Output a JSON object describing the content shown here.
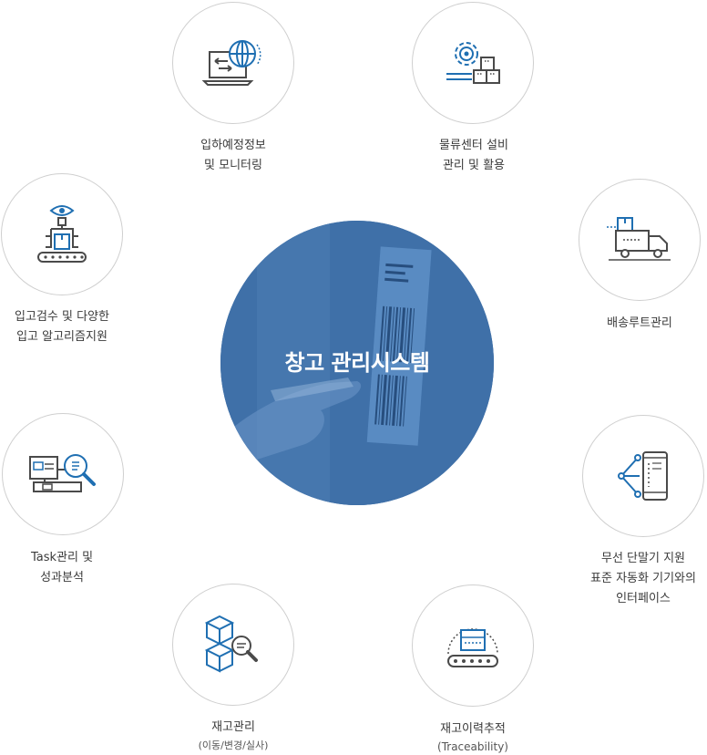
{
  "center": {
    "title": "창고 관리시스템"
  },
  "nodes": [
    {
      "icon": "laptop-globe-icon",
      "line1": "입하예정정보",
      "line2": "및 모니터링",
      "sub": ""
    },
    {
      "icon": "gear-boxes-icon",
      "line1": "물류센터 설비",
      "line2": "관리 및 활용",
      "sub": ""
    },
    {
      "icon": "inspection-robot-icon",
      "line1": "입고검수 및 다양한",
      "line2": "입고 알고리즘지원",
      "sub": ""
    },
    {
      "icon": "delivery-truck-icon",
      "line1": "배송루트관리",
      "line2": "",
      "sub": ""
    },
    {
      "icon": "task-analysis-icon",
      "line1": "Task관리 및",
      "line2": "성과분석",
      "sub": ""
    },
    {
      "icon": "mobile-terminal-icon",
      "line1": "무선 단말기 지원",
      "line2": "표준 자동화 기기와의",
      "line3": "인터페이스",
      "sub": ""
    },
    {
      "icon": "inventory-cubes-icon",
      "line1": "재고관리",
      "line2": "",
      "sub": "(이동/변경/실사)"
    },
    {
      "icon": "traceability-conveyor-icon",
      "line1": "재고이력추적",
      "line2": "",
      "sub": "(Traceability)"
    }
  ],
  "colors": {
    "accent_blue": "#1f6fb2",
    "icon_dark": "#4a4a4a",
    "circle_border": "#cfcfcf",
    "center_fill": "#3f70a8"
  }
}
